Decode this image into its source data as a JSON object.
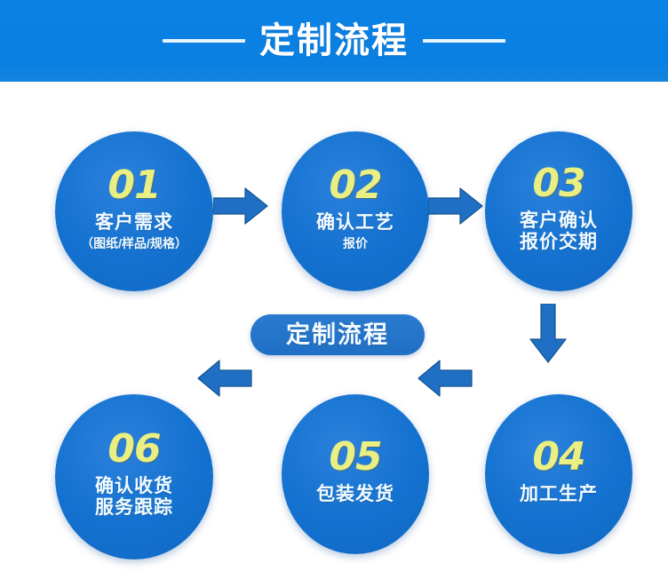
{
  "header": {
    "title": "定制流程",
    "left_rule": "horizontal-rule",
    "right_rule": "horizontal-rule",
    "band_color": "#0a80e2",
    "title_color": "#ffffff"
  },
  "center_badge": {
    "label": "定制流程",
    "background_color": "#1f6fc4",
    "text_color": "#f2fbff"
  },
  "theme": {
    "circle_color": "#1471cf",
    "number_color": "#e9ef82",
    "arrow_color": "#1f6fc4",
    "page_background": "#ffffff"
  },
  "flow": {
    "steps": [
      {
        "number": "01",
        "label": "客户需求",
        "sub": "（图纸/样品/规格）",
        "label2": ""
      },
      {
        "number": "02",
        "label": "确认工艺",
        "sub": "报价",
        "label2": ""
      },
      {
        "number": "03",
        "label": "客户确认",
        "sub": "",
        "label2": "报价交期"
      },
      {
        "number": "04",
        "label": "加工生产",
        "sub": "",
        "label2": ""
      },
      {
        "number": "05",
        "label": "包装发货",
        "sub": "",
        "label2": ""
      },
      {
        "number": "06",
        "label": "确认收货",
        "sub": "",
        "label2": "服务跟踪"
      }
    ],
    "arrows": [
      {
        "name": "arrow-right-step1-to-step2",
        "direction": "right"
      },
      {
        "name": "arrow-right-step2-to-step3",
        "direction": "right"
      },
      {
        "name": "arrow-down-step3-to-step4",
        "direction": "down"
      },
      {
        "name": "arrow-left-step4-to-step5",
        "direction": "left"
      },
      {
        "name": "arrow-left-step5-to-step6",
        "direction": "left"
      }
    ]
  }
}
